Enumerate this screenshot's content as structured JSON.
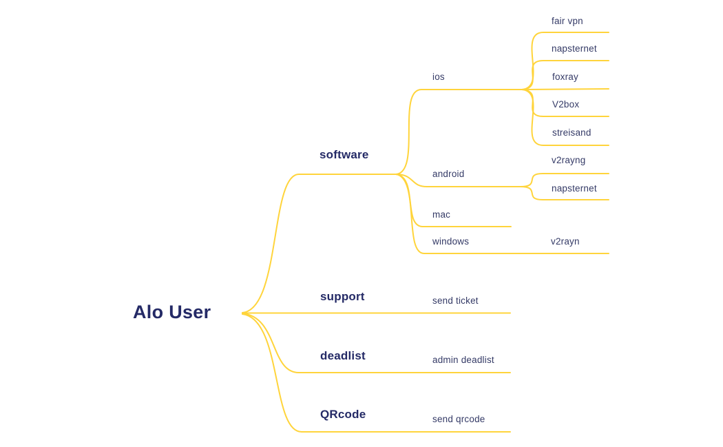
{
  "colors": {
    "branch_line": "#FFD43B",
    "node_text": "#242A66",
    "leaf_text": "#343A66",
    "background": "#FFFFFF"
  },
  "mindmap": {
    "root": {
      "label": "Alo User"
    },
    "branches": [
      {
        "label": "software",
        "children": [
          {
            "label": "ios",
            "children": [
              {
                "label": "fair vpn"
              },
              {
                "label": "napsternet"
              },
              {
                "label": "foxray"
              },
              {
                "label": "V2box"
              },
              {
                "label": "streisand"
              }
            ]
          },
          {
            "label": "android",
            "children": [
              {
                "label": "v2rayng"
              },
              {
                "label": "napsternet"
              }
            ]
          },
          {
            "label": "mac",
            "children": []
          },
          {
            "label": "windows",
            "children": [
              {
                "label": "v2rayn"
              }
            ]
          }
        ]
      },
      {
        "label": "support",
        "children": [
          {
            "label": "send ticket"
          }
        ]
      },
      {
        "label": "deadlist",
        "children": [
          {
            "label": "admin deadlist"
          }
        ]
      },
      {
        "label": "QRcode",
        "children": [
          {
            "label": "send qrcode"
          }
        ]
      }
    ]
  }
}
